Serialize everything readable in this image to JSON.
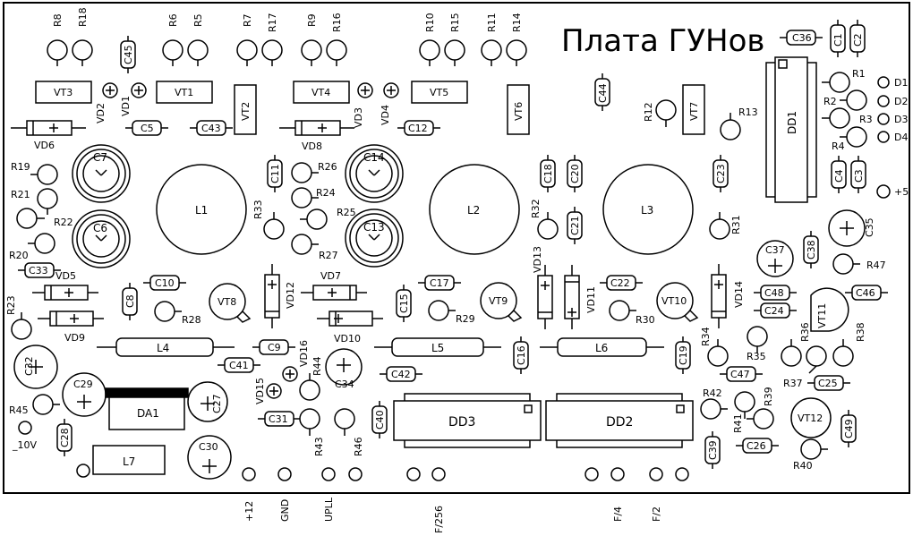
{
  "board": {
    "title": "Плата ГУНов"
  },
  "resistors": {
    "R1": "R1",
    "R2": "R2",
    "R3": "R3",
    "R4": "R4",
    "R5": "R5",
    "R6": "R6",
    "R7": "R7",
    "R8": "R8",
    "R9": "R9",
    "R10": "R10",
    "R11": "R11",
    "R12": "R12",
    "R13": "R13",
    "R14": "R14",
    "R15": "R15",
    "R16": "R16",
    "R17": "R17",
    "R18": "R18",
    "R19": "R19",
    "R20": "R20",
    "R21": "R21",
    "R22": "R22",
    "R23": "R23",
    "R24": "R24",
    "R25": "R25",
    "R26": "R26",
    "R27": "R27",
    "R28": "R28",
    "R29": "R29",
    "R30": "R30",
    "R31": "R31",
    "R32": "R32",
    "R33": "R33",
    "R34": "R34",
    "R35": "R35",
    "R36": "R36",
    "R37": "R37",
    "R38": "R38",
    "R39": "R39",
    "R40": "R40",
    "R41": "R41",
    "R42": "R42",
    "R43": "R43",
    "R44": "R44",
    "R45": "R45",
    "R46": "R46",
    "R47": "R47"
  },
  "capacitors": {
    "C1": "C1",
    "C2": "C2",
    "C3": "C3",
    "C4": "C4",
    "C5": "C5",
    "C6": "C6",
    "C7": "C7",
    "C8": "C8",
    "C9": "C9",
    "C10": "C10",
    "C11": "C11",
    "C12": "C12",
    "C13": "C13",
    "C14": "C14",
    "C15": "C15",
    "C16": "C16",
    "C17": "C17",
    "C18": "C18",
    "C19": "C19",
    "C20": "C20",
    "C21": "C21",
    "C22": "C22",
    "C23": "C23",
    "C24": "C24",
    "C25": "C25",
    "C26": "C26",
    "C27": "C27",
    "C28": "C28",
    "C29": "C29",
    "C30": "C30",
    "C31": "C31",
    "C32": "C32",
    "C33": "C33",
    "C34": "C34",
    "C35": "C35",
    "C36": "C36",
    "C37": "C37",
    "C38": "C38",
    "C39": "C39",
    "C40": "C40",
    "C41": "C41",
    "C42": "C42",
    "C43": "C43",
    "C44": "C44",
    "C45": "C45",
    "C46": "C46",
    "C47": "C47",
    "C48": "C48",
    "C49": "C49"
  },
  "transistors": {
    "VT1": "VT1",
    "VT2": "VT2",
    "VT3": "VT3",
    "VT4": "VT4",
    "VT5": "VT5",
    "VT6": "VT6",
    "VT7": "VT7",
    "VT8": "VT8",
    "VT9": "VT9",
    "VT10": "VT10",
    "VT11": "VT11",
    "VT12": "VT12"
  },
  "diodes": {
    "VD1": "VD1",
    "VD2": "VD2",
    "VD3": "VD3",
    "VD4": "VD4",
    "VD5": "VD5",
    "VD6": "VD6",
    "VD7": "VD7",
    "VD8": "VD8",
    "VD9": "VD9",
    "VD10": "VD10",
    "VD11": "VD11",
    "VD12": "VD12",
    "VD13": "VD13",
    "VD14": "VD14",
    "VD15": "VD15",
    "VD16": "VD16"
  },
  "inductors": {
    "L1": "L1",
    "L2": "L2",
    "L3": "L3",
    "L4": "L4",
    "L5": "L5",
    "L6": "L6",
    "L7": "L7"
  },
  "ics": {
    "DD1": "DD1",
    "DD2": "DD2",
    "DD3": "DD3",
    "DA1": "DA1"
  },
  "leds": {
    "D1": "D1",
    "D2": "D2",
    "D3": "D3",
    "D4": "D4"
  },
  "pads": {
    "plus5": "+5",
    "minus10": "_10V"
  },
  "connectors": {
    "plus12": "+12",
    "gnd": "GND",
    "upll": "UPLL",
    "f256": "F/256",
    "f4": "F/4",
    "f2": "F/2"
  }
}
